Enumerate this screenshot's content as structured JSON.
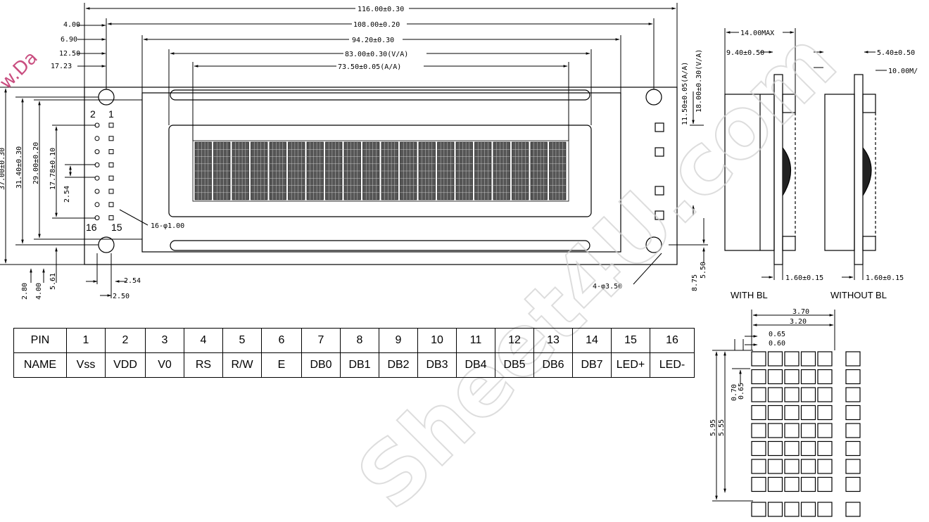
{
  "watermark": {
    "corner_text": "w.Da",
    "body_text": "Sheet4U.com"
  },
  "front_view": {
    "dims_top": {
      "overall_width": "116.00±0.30",
      "hole_pitch_x": "108.00±0.20",
      "bezel_width": "94.20±0.30",
      "view_area_width": "83.00±0.30(V/A)",
      "active_area_width": "73.50±0.05(A/A)",
      "left_4": "4.00",
      "left_6_90": "6.90",
      "left_12_50": "12.50",
      "left_17_23": "17.23"
    },
    "dims_left": {
      "overall_height": "37.00±0.30",
      "hole_pitch_y": "31.40±0.30",
      "bezel_height": "29.00±0.20",
      "pin_span": "17.78±0.10",
      "pin_pitch": "2.54"
    },
    "dims_bottom": {
      "d_2_80": "2.80",
      "d_4_00": "4.00",
      "d_5_61": "5.61",
      "d_2_54": "2.54",
      "d_2_50": "2.50"
    },
    "dims_right": {
      "aa_height": "11.50±0.05(A/A)",
      "va_height": "18.00±0.30(V/A)",
      "d_8_75": "8.75",
      "d_5_50": "5.50"
    },
    "pin_labels": {
      "p2": "2",
      "p1": "1",
      "p16": "16",
      "p15": "15"
    },
    "pin_hole_note": "16-φ1.00",
    "mount_hole_note": "4-φ3.50",
    "display_cells": 20
  },
  "side_view": {
    "max_thickness": "14.00MAX",
    "d_9_40": "9.40±0.50",
    "d_5_40": "5.40±0.50",
    "d_10_00": "10.00M/",
    "pcb_thickness_bl": "1.60±0.15",
    "pcb_thickness_nobl": "1.60±0.15",
    "caption_bl": "WITH BL",
    "caption_nobl": "WITHOUT BL"
  },
  "char_detail": {
    "char_width": "3.70",
    "dot_span": "3.20",
    "dot_pitch": "0.65",
    "dot_size": "0.60",
    "dot_pitch_v": "0.70",
    "dot_size_v": "0.65",
    "char_height": "5.95",
    "dot_span_v": "5.55"
  },
  "pin_table": {
    "header_label": "PIN",
    "name_label": "NAME",
    "pins": [
      {
        "no": "1",
        "name": "Vss"
      },
      {
        "no": "2",
        "name": "VDD"
      },
      {
        "no": "3",
        "name": "V0"
      },
      {
        "no": "4",
        "name": "RS"
      },
      {
        "no": "5",
        "name": "R/W"
      },
      {
        "no": "6",
        "name": "E"
      },
      {
        "no": "7",
        "name": "DB0"
      },
      {
        "no": "8",
        "name": "DB1"
      },
      {
        "no": "9",
        "name": "DB2"
      },
      {
        "no": "10",
        "name": "DB3"
      },
      {
        "no": "11",
        "name": "DB4"
      },
      {
        "no": "12",
        "name": "DB5"
      },
      {
        "no": "13",
        "name": "DB6"
      },
      {
        "no": "14",
        "name": "DB7"
      },
      {
        "no": "15",
        "name": "LED+"
      },
      {
        "no": "16",
        "name": "LED-"
      }
    ]
  }
}
